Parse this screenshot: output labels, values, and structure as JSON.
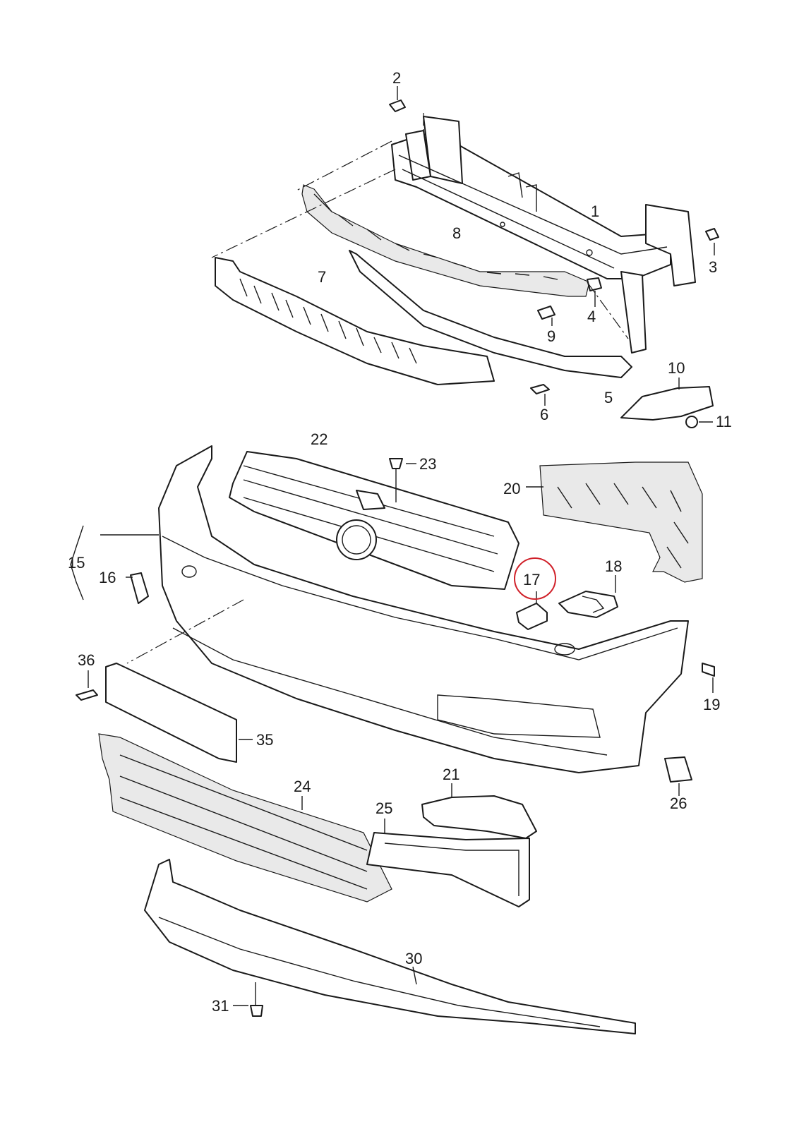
{
  "callouts": [
    {
      "id": "1",
      "label": "1"
    },
    {
      "id": "2",
      "label": "2"
    },
    {
      "id": "3",
      "label": "3"
    },
    {
      "id": "4",
      "label": "4"
    },
    {
      "id": "5",
      "label": "5"
    },
    {
      "id": "6",
      "label": "6"
    },
    {
      "id": "7",
      "label": "7"
    },
    {
      "id": "8",
      "label": "8"
    },
    {
      "id": "9",
      "label": "9"
    },
    {
      "id": "10",
      "label": "10"
    },
    {
      "id": "11",
      "label": "11"
    },
    {
      "id": "15",
      "label": "15"
    },
    {
      "id": "16",
      "label": "16"
    },
    {
      "id": "17",
      "label": "17",
      "highlighted": true
    },
    {
      "id": "18",
      "label": "18"
    },
    {
      "id": "19",
      "label": "19"
    },
    {
      "id": "20",
      "label": "20"
    },
    {
      "id": "21",
      "label": "21"
    },
    {
      "id": "22",
      "label": "22"
    },
    {
      "id": "23",
      "label": "23"
    },
    {
      "id": "24",
      "label": "24"
    },
    {
      "id": "25",
      "label": "25"
    },
    {
      "id": "26",
      "label": "26"
    },
    {
      "id": "30",
      "label": "30"
    },
    {
      "id": "31",
      "label": "31"
    },
    {
      "id": "35",
      "label": "35"
    },
    {
      "id": "36",
      "label": "36"
    }
  ],
  "colors": {
    "line": "#1a1a1a",
    "highlight": "#d0212a",
    "background": "#ffffff"
  }
}
